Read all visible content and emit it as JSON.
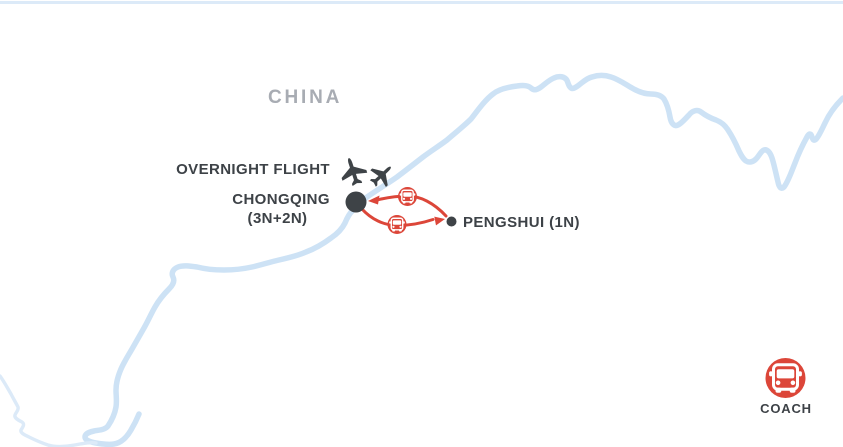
{
  "map": {
    "country_label": "CHINA",
    "flight_label": "OVERNIGHT FLIGHT",
    "locations": [
      {
        "name": "CHONGQING",
        "nights": "(3N+2N)",
        "marker": "large-dot"
      },
      {
        "name": "PENGSHUI (1N)",
        "marker": "small-dot"
      }
    ],
    "routes": [
      {
        "from": "CHONGQING",
        "to": "PENGSHUI",
        "mode": "coach"
      },
      {
        "from": "PENGSHUI",
        "to": "CHONGQING",
        "mode": "coach"
      }
    ],
    "legend": {
      "label": "COACH",
      "icon": "coach-bus-icon"
    },
    "colors": {
      "route-red": "#dc4639",
      "marker-dark": "#3e4347",
      "text-dark": "#3d4247",
      "country-gray": "#a8acb3",
      "river-main": "#cde2f5",
      "river-thin": "#dceaf8",
      "background": "#ffffff"
    }
  }
}
